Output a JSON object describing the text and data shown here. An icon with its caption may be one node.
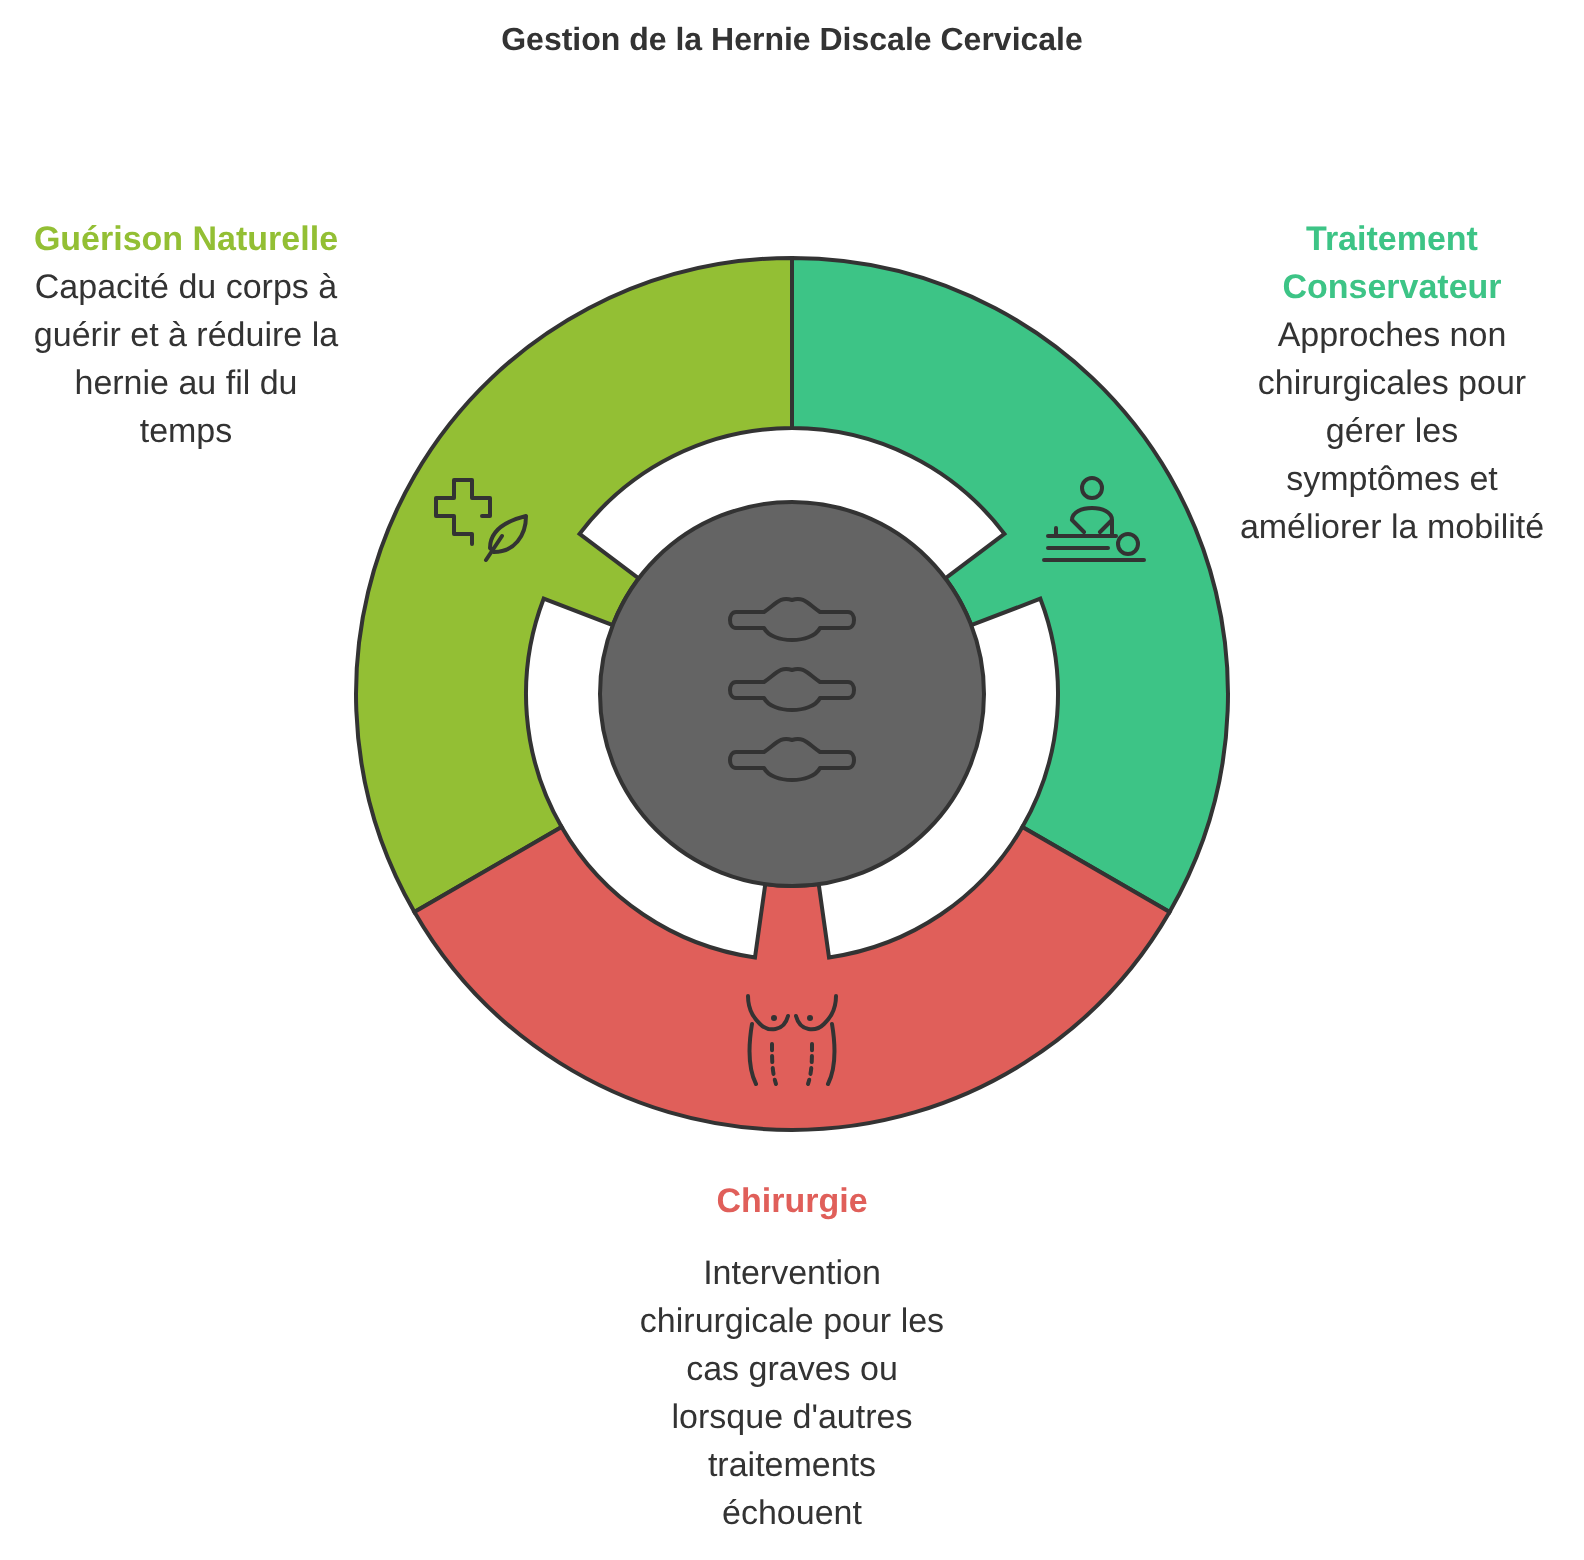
{
  "diagram": {
    "title": "Gestion de la Hernie Discale Cervicale",
    "nodes": [
      {
        "text": [
          "Guérison Naturelle",
          "Capacité du corps à guérir et à réduire la hernie au fil du temps"
        ]
      },
      {
        "text": [
          "Traitement Conservateur",
          "Approches non chirurgicales pour gérer les symptômes et améliorer la mobilité"
        ]
      },
      {
        "text": [
          "Chirurgie",
          "Intervention chirurgicale pour les cas graves ou lorsque d'autres traitements échouent"
        ]
      },
      {
        "text": [],
        "shape": "circle"
      }
    ]
  }
}
